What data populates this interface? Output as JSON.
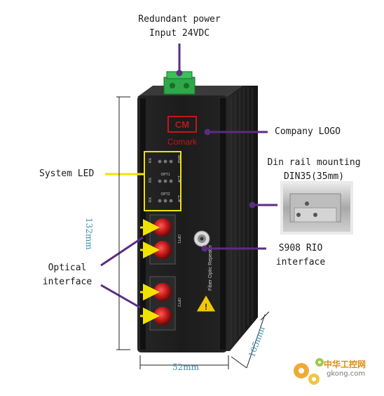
{
  "labels": {
    "redundant_power": "Redundant power",
    "redundant_power_sub": "Input 24VDC",
    "company_logo": "Company LOGO",
    "din_rail": "Din rail mounting",
    "din_rail_sub": "DIN35(35mm)",
    "system_led": "System LED",
    "s908_rio": "S908 RIO",
    "s908_rio_sub": "interface",
    "optical": "Optical",
    "optical_sub": "interface"
  },
  "dimensions": {
    "height": "132mm",
    "width": "52mm",
    "depth": "105mm"
  },
  "device": {
    "brand": "Comark",
    "product_name": "Fiber Optic Repeater",
    "opt1": "OPT1",
    "opt2": "OPT2",
    "pwr": "PWR",
    "rx": "RX",
    "tx": "TX",
    "act": "ACT"
  },
  "watermark": {
    "chinese": "中华工控网",
    "domain": "gkong.com"
  },
  "colors": {
    "leader_line": "#5a2d82",
    "led_box": "#f2e200",
    "arrow": "#f2e200",
    "device_body": "#1e1e1e",
    "connector_red": "#c01818",
    "terminal_green": "#2fa84a",
    "dimension_text": "#3d8fb0"
  }
}
